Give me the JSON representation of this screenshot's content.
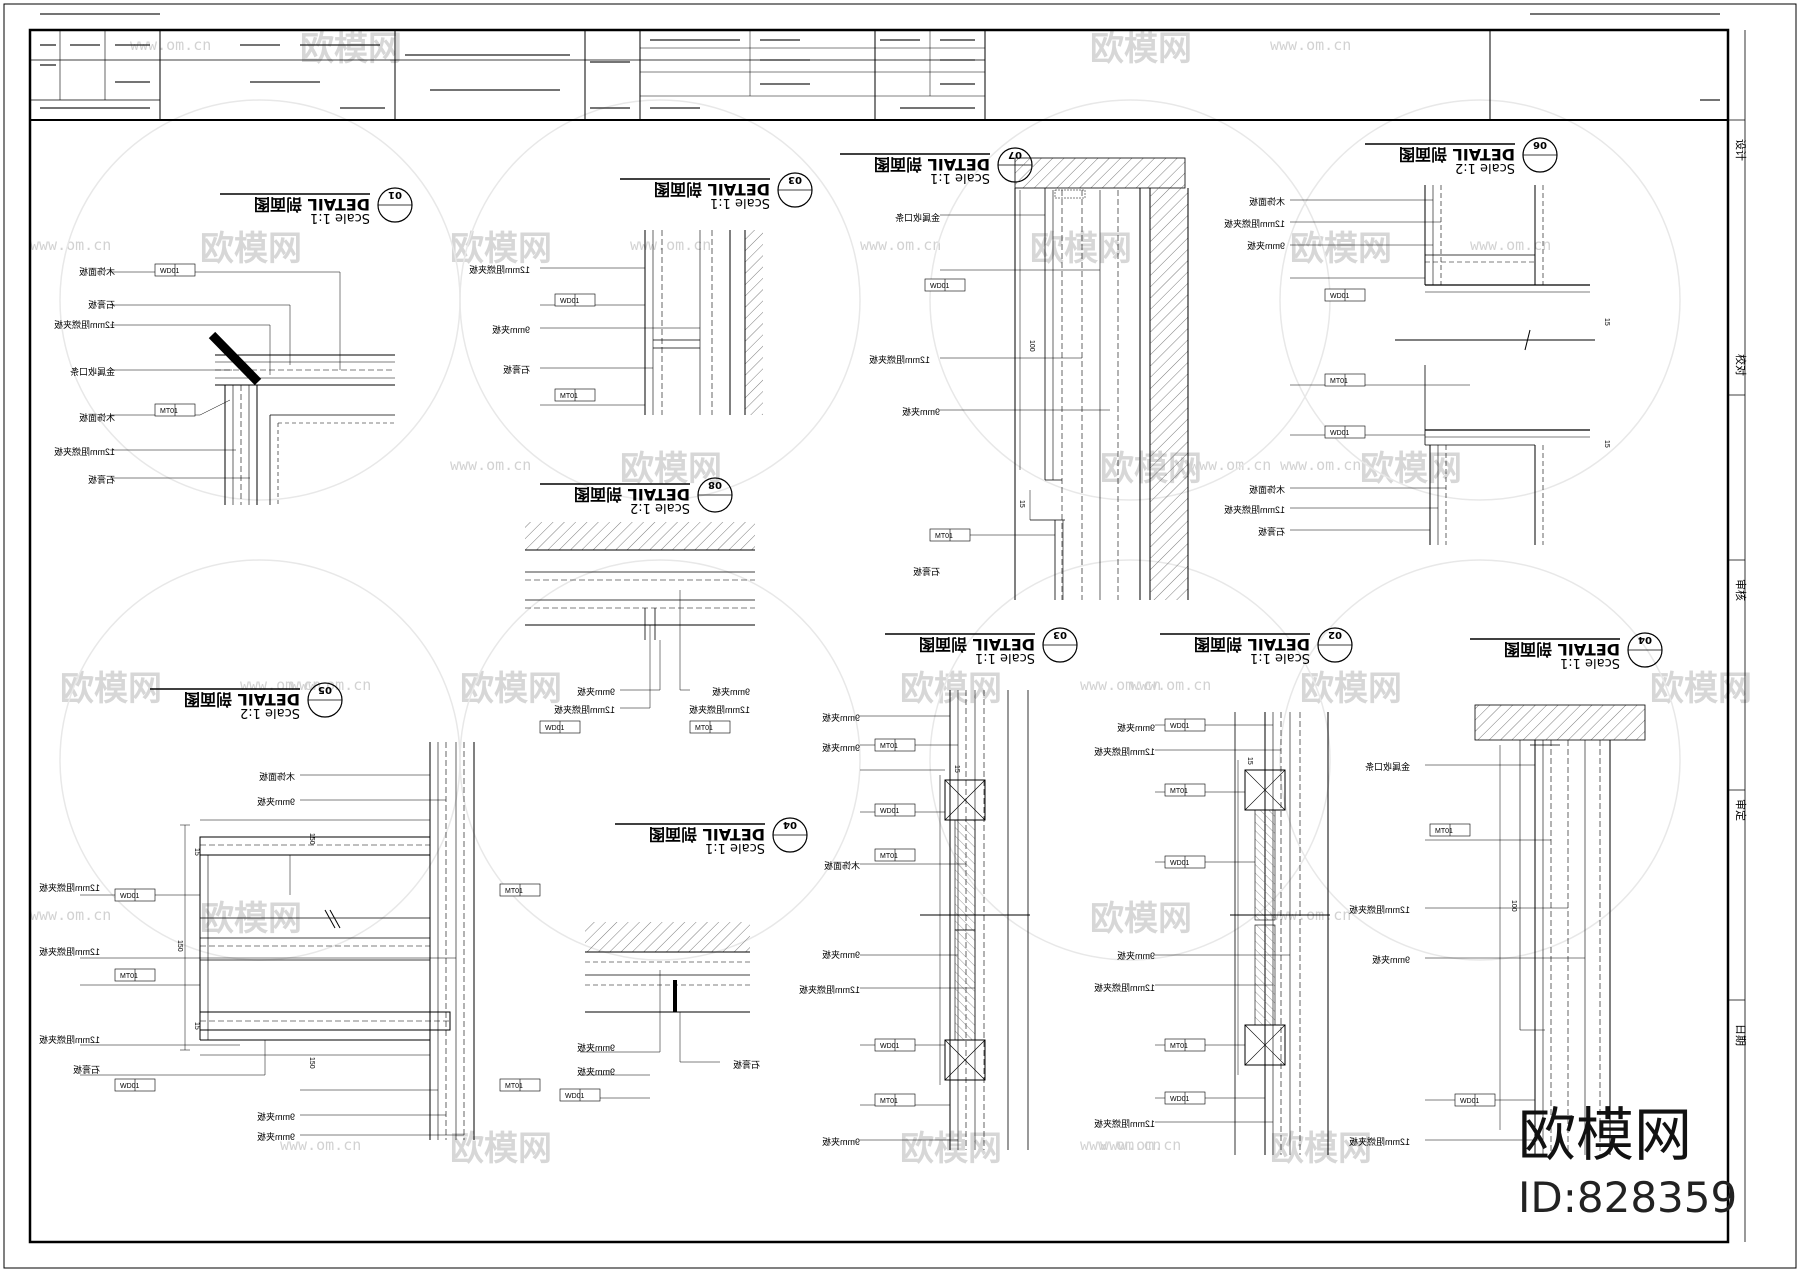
{
  "watermark": {
    "brand": "欧模网",
    "url": "www.om.cn"
  },
  "brand": {
    "name": "欧模网",
    "id": "ID:828359"
  },
  "details": [
    {
      "no": "01",
      "title": "DETAIL 剖面图",
      "scale": "Scale 1:1"
    },
    {
      "no": "03",
      "title": "DETAIL 剖面图",
      "scale": "Scale 1:1"
    },
    {
      "no": "04",
      "title": "DETAIL 剖面图",
      "scale": "Scale 1:1"
    },
    {
      "no": "05",
      "title": "DETAIL 剖面图",
      "scale": "Scale 1:2"
    },
    {
      "no": "06",
      "title": "DETAIL 剖面图",
      "scale": "Scale 1:2"
    },
    {
      "no": "07",
      "title": "DETAIL 剖面图",
      "scale": "Scale 1:1"
    },
    {
      "no": "02",
      "title": "DETAIL 剖面图",
      "scale": "Scale 1:1"
    },
    {
      "no": "03",
      "title": "DETAIL 剖面图",
      "scale": "Scale 1:1"
    },
    {
      "no": "04",
      "title": "DETAIL 剖面图",
      "scale": "Scale 1:1"
    },
    {
      "no": "08",
      "title": "DETAIL 剖面图",
      "scale": "Scale 1:2"
    }
  ],
  "annotations": {
    "veneer": "木饰面板",
    "board9": "9mm夹板",
    "board12": "12mm阻燃夹板",
    "gypsum": "石膏板",
    "metal": "金属收口条",
    "code1": "WD01",
    "code2": "MT01",
    "dim150": "150",
    "dim15": "15",
    "dim100": "100"
  },
  "side_panel": {
    "items": [
      "设计",
      "校对",
      "审核",
      "审定",
      "日期"
    ]
  }
}
